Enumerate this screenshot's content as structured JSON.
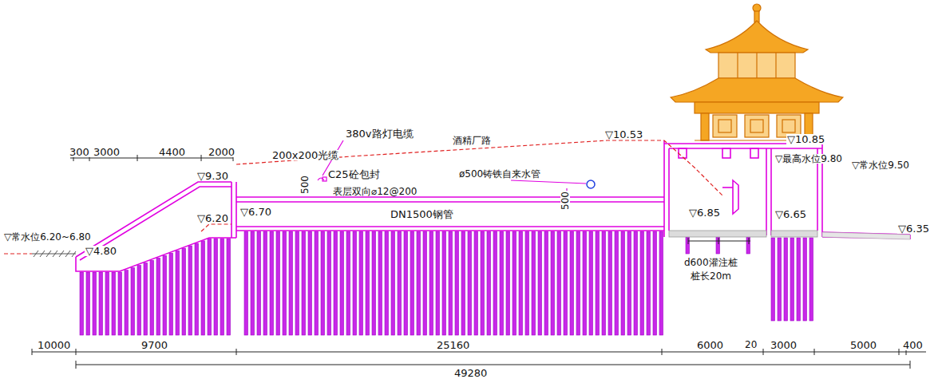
{
  "diagram": {
    "labels": [
      "300",
      "3000",
      "4400",
      "2000",
      "▽9.30",
      "380v路灯电缆",
      "酒精厂路",
      "200x200光缆",
      "C25砼包封",
      "ø500铸铁自来水管",
      "▽10.53",
      "表层双向⌀12@200",
      "500",
      "500",
      "DN1500钢管",
      "▽10.85",
      "▽最高水位9.80",
      "▽常水位9.50",
      "▽常水位6.20~6.80",
      "▽6.20",
      "▽6.70",
      "▽4.80",
      "▽6.85",
      "▽6.65",
      "▽6.35",
      "d600灌注桩",
      "桩长20m",
      "10000",
      "9700",
      "25160",
      "6000",
      "20",
      "3000",
      "5000",
      "400",
      "49280"
    ]
  }
}
